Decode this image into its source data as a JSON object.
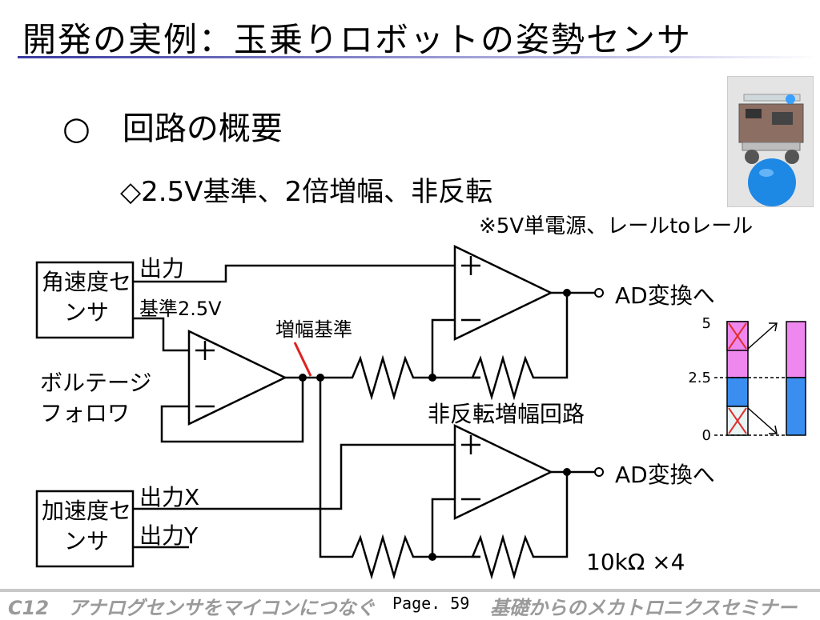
{
  "slide": {
    "title": "開発の実例：玉乗りロボットの姿勢センサ",
    "heading": "○　回路の概要",
    "subheading": "◇2.5V基準、2倍増幅、非反転",
    "note": "※5V単電源、レールtoレール"
  },
  "circuit": {
    "gyro_sensor": "角速度センサ",
    "gyro_out": "出力",
    "gyro_ref": "基準2.5V",
    "voltage_follower": "ボルテージフォロワ",
    "amp_ref": "増幅基準",
    "noninv_amp": "非反転増幅回路",
    "accel_sensor": "加速度センサ",
    "accel_out_x": "出力X",
    "accel_out_y": "出力Y",
    "ad_label": "AD変換へ",
    "resistors": "10kΩ ×4"
  },
  "scale": {
    "ticks": [
      "5",
      "2.5",
      "0"
    ],
    "colors": {
      "upper": "#ee88ee",
      "lower": "#3a8ef0",
      "cross": "#e03030"
    }
  },
  "footer": {
    "course": "C12　アナログセンサをマイコンにつなぐ",
    "page": "Page. 59",
    "seminar": "基礎からのメカトロニクスセミナー"
  }
}
